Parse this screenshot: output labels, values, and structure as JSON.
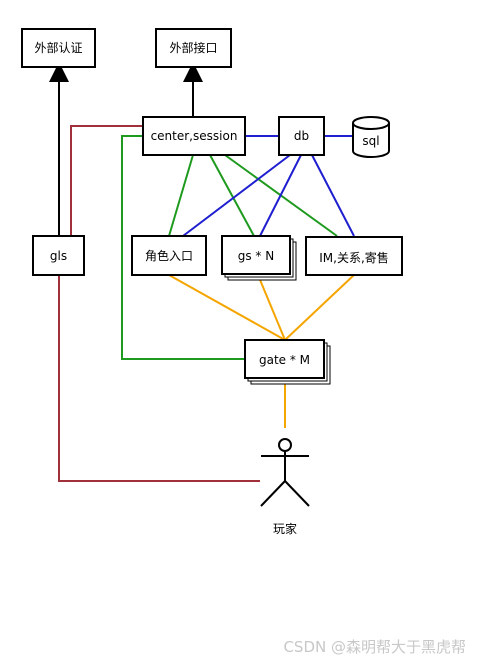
{
  "nodes": {
    "ext_auth": "外部认证",
    "ext_api": "外部接口",
    "center": "center,session",
    "db": "db",
    "sql": "sql",
    "gls": "gls",
    "role_entry": "角色入口",
    "gs": "gs * N",
    "im": "IM,关系,寄售",
    "gate": "gate * M",
    "player": "玩家"
  },
  "colors": {
    "red": "#a0303a",
    "green": "#1e9a1e",
    "blue": "#1f1fd0",
    "orange": "#f5a500",
    "black": "#000000"
  },
  "watermark": "CSDN @森明帮大于黑虎帮"
}
